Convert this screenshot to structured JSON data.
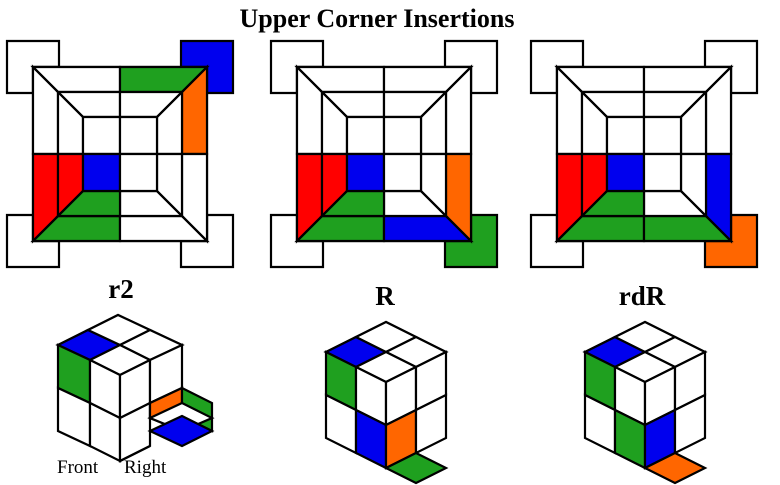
{
  "title": "Upper  Corner Insertions",
  "colors": {
    "white": "#ffffff",
    "green": "#1fa01f",
    "blue": "#0000ee",
    "orange": "#ff6600",
    "red": "#ff0000",
    "outline": "#000000"
  },
  "steps": [
    {
      "label": "r2",
      "top_view": {
        "inner_squares": {
          "tr": "white",
          "br": "white"
        },
        "stickers": {
          "top_r": "green",
          "right_t": "orange",
          "corner_tr": "blue",
          "left_b": "red",
          "inner_bl": "blue",
          "bottom_l": "green"
        }
      },
      "iso_view": {
        "top_face": [
          "white",
          "white",
          "white",
          "blue",
          "white",
          "white"
        ],
        "front_face": [
          "green",
          "white",
          "white",
          "white"
        ],
        "right_face": [
          "white",
          "white",
          "white",
          "white"
        ],
        "extra_piece": {
          "top": "blue",
          "front": "orange",
          "right": "green"
        }
      }
    },
    {
      "label": "R",
      "top_view": {
        "inner_squares": {
          "tr": "white",
          "br": "white"
        },
        "stickers": {
          "left_b": "red",
          "inner_bl": "blue",
          "bottom_l": "green",
          "right_b": "orange",
          "bottom_r": "blue",
          "corner_br": "green"
        }
      },
      "iso_view": {
        "top_face": [
          "white",
          "white",
          "white",
          "blue"
        ],
        "front_face": [
          "green",
          "white",
          "white",
          "blue"
        ],
        "right_face": [
          "white",
          "white",
          "orange",
          "white"
        ],
        "flap": "green"
      }
    },
    {
      "label": "rdR",
      "top_view": {
        "inner_squares": {
          "tr": "white",
          "br": "white"
        },
        "stickers": {
          "left_b": "red",
          "inner_bl": "blue",
          "bottom_l": "green",
          "right_b": "blue",
          "bottom_r": "green",
          "corner_br": "orange"
        }
      },
      "iso_view": {
        "top_face": [
          "white",
          "white",
          "white",
          "blue"
        ],
        "front_face": [
          "green",
          "white",
          "white",
          "green"
        ],
        "right_face": [
          "white",
          "white",
          "blue",
          "white"
        ],
        "flap": "orange"
      }
    }
  ],
  "face_labels": {
    "front": "Front",
    "right": "Right"
  }
}
